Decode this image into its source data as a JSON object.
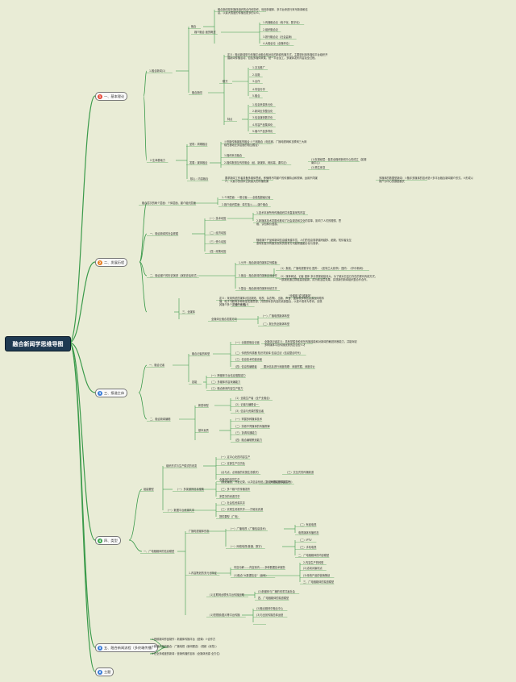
{
  "root": "融合新闻学思维导图",
  "colors": {
    "b1": "#e74c3c",
    "b2": "#e67e22",
    "b3": "#3b7dd8",
    "b4": "#3aa54b",
    "b5": "#3b7dd8",
    "line": "#3a9a4a"
  },
  "branches": [
    {
      "num": "1",
      "label": "一、基本理论"
    },
    {
      "num": "2",
      "label": "二、发展历程"
    },
    {
      "num": "3",
      "label": "三、报道主体"
    },
    {
      "num": "4",
      "label": "四、类型"
    },
    {
      "num": "5",
      "label": "五、融合新闻流程（多终端传播）"
    },
    {
      "num": "6",
      "label": "主题"
    }
  ],
  "t": [
    "1.融合新闻(1)",
    "融合",
    "融合新闻是多媒体组织的合作和协作，利用多媒体、多平台来进行采写新闻和信息，以最大限度的传播出更多的公众。",
    "媒介融合 面的概述",
    "1.传播融合论（电子化、数字化）",
    "2.组织融合论",
    "3.报刊融合论（社会监管）",
    "4.大融合论（全媒体论）",
    "融合新闻",
    "定义：融合新闻是与传播平台融合相对应的新闻传播方式，主要是利用多媒体平台组织开展新闻传播活动，包括多媒体采集、统一平台加工，多媒体发布内容及全过程。",
    "模式",
    "1.交互推广",
    "2.克隆",
    "3.合作",
    "4.内容分享",
    "5.融合",
    "特点",
    "1.信息来源多元化",
    "2.新闻业务整合化",
    "3.信息媒体数字化",
    "4.内容产品集体化",
    "5.媒介产品多样化",
    "2.生命基础力",
    "呈现：周期融合",
    "①低普传播媒体的融合 ②三网融合（电信网、广播电视网和互联网三大网络在基础业务层面的相互融合）",
    "发展：媒体融合",
    "1.媒体采访融合",
    "2.媒体报道互传的融合（经、新媒体、网民端、课件法）",
    "(1)在报纸层：各类全媒体新闻中心的成立（如湖南中心）",
    "(2)再生体变",
    "核心：内容融合",
    "要求新闻工作者具备多媒体思维，即懂得不同媒介的传播特点和规律，运用不同媒介，以最小的成本达到最大的传播效果",
    "多媒体的数据型新闻：①随手多媒体的技术是②多平台融合新闻媒介形式。③形成以用户为中心的数据模式",
    "融合层次的两个层面：个体层面、媒介组织层面",
    "1.个体层面：一般记者——全能型超级记者",
    "2.媒介组织层面：单打独斗——媒介融合",
    "一、融合新闻的社会规模",
    "（一）技术动因",
    "1.技术本身所有传播组织并未直接采的内容",
    "2.新媒体技术发展也推动了社会观念和文化的变革，影响了人们的理想、思维、认知和价值观。",
    "（二）经济动因",
    "（三）受众动因",
    "随着媒介产品和新闻信息越来越丰富，人们的信息需求越来越多、细致，知情者及互惠特别是享有服务权利的需求方向越来越细分化与需求。",
    "（四）政策动因",
    "二、融合媒介的历史演进（演进史话体式）",
    "1.分开：融合新闻的媒体并列模板",
    "2.融合：融合新闻的媒体交流合作",
    "（1）报纸、广播电视数字化 国外：《亚特兰大宪章》 国内：《华中新闻》",
    "（2）媒体网站、记者 团体 多分类报纸建设大。为了使对日益已存在的现代传统方式，一部报纸通过群组建设起新。成为政治层效果。实现新的新闻组织整合作合作。",
    "3.整合：融合新闻的媒体系统共享",
    "\"全媒体\"或\"超媒体\"",
    "三、全媒体",
    "定义：采用传统的媒体(包括报纸、电视、杂志等)、出版、声音、图像等多种信息源及网络传播、电子书籍等多种新型发展思想，并把原有的内容的资源整合，以受众需求为导向，实现其媒介多个渠道的传播。",
    "\"全\"\"大\"含义",
    "全媒体业融合发展方向",
    "（一）广播电视媒体转型",
    "（二）报业的全媒体转型",
    "一、融合记者",
    "融合记者的转型",
    "（一）全能型融合记者",
    "全媒体记者定义：具有掌握多种采写传播技能和对新闻的敏锐判断能力，并能驾驭多种媒体平台传播优势的复合型人才",
    "（二）传统的传感器 知识背景库 信息过滤（信息整合时代）",
    "（三）信息技术的建设者",
    "（四）信息的编辑者",
    "要对信息进行深度梳理：深度挖掘、深度评价",
    "技能",
    "（一）跨媒体平台信息搜集能力",
    "（二）多媒体内容采编能力",
    "（三）融合新闻内容生产能力",
    "二、融合新闻编辑",
    "新型转型",
    "（1）全能生产者（全产业融合）",
    "（2）记者与编辑合一",
    "（3）信息与资源的整合者",
    "基本素质",
    "（一）掌握多种媒体技术",
    "（二）熟悉不同媒体的传播规律",
    "（三）协调沟通能力",
    "（四）融合编辑策划能力",
    "组建要型",
    "组织形式与生产模式的改变",
    "（一）定中心化的内容生产",
    "（二）定部生产日历及",
    "（点与点，点到面的实施生态模式）",
    "（三）交互式的传播渠道",
    "全媒体的内容生产",
    "（一）多渠道的信息搜集",
    "（报纸编报、开发记录、公共信息系统，新技术要主推调用平台）",
    "（二）多元体的内容生产",
    "（三）多个媒介的传播发布",
    "多层次的资源共享",
    "（一）数据平台资源共享",
    "（二）社会性资源共享",
    "（三）实现生资源共享——打破化资源",
    "提供要型（广电）",
    "一、广电融媒体的信息模型",
    "广播电视媒体形态",
    "（一）广播电视（广播信息技术）",
    "（二）有线电视",
    "电视媒体传播形态",
    "（一）网络电视(普通、数字)",
    "（二）IPTV",
    "（三）手机电视",
    "二、广电融媒体的内容模型",
    "1.内容策划的多元化特征",
    "内容分解——内容到内——多种数据技术服务",
    "2.内容生产的转型",
    "(1)融合\"大数据信息\"（赢利）",
    "(2)活动对赢利点",
    "(3)传统产品的营销策划",
    "三、广电融媒体的渠道模型",
    "(1)互联网台联系平台传播战略",
    "(2)新媒体与广播的双重共赢社会",
    "四、广电融媒体的渠道模型",
    "(1)短视频/图片等平台传播",
    "(2)融合媒体中融合中心",
    "(3)与全景传媒总体运营"
  ],
  "flow": [
    "①音频新闻作品制作：新媒体传播平台（营弹）②合作方",
    "②新闻产品的融合：广播电视（新闻理念）（视频（深挖））",
    "③在全多维度的新闻：营销传播的目标（全媒体资源 全方位）"
  ]
}
